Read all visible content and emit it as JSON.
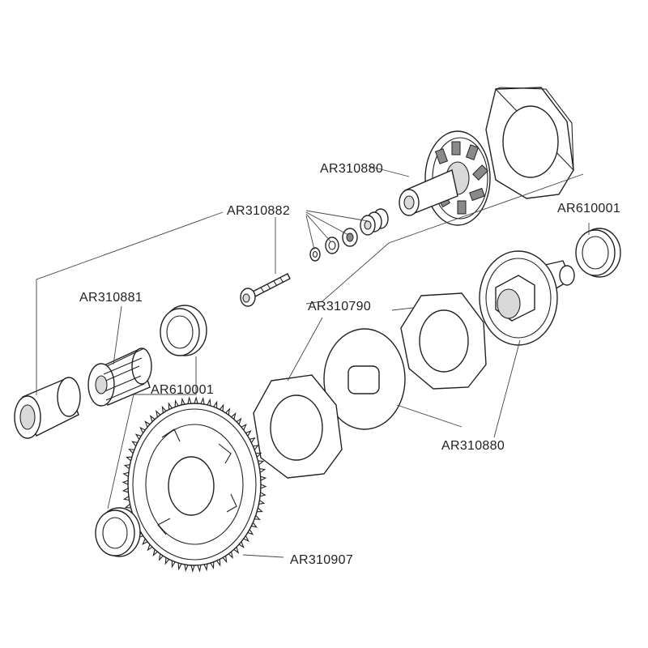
{
  "labels": {
    "top_diff_cup": "AR310880",
    "screw_kit": "AR310882",
    "bearing_right": "AR610001",
    "outdrive": "AR310881",
    "slipper_pads": "AR310790",
    "bearing_left": "AR610001",
    "diff_cup_lower": "AR310880",
    "spur_gear": "AR310907"
  }
}
